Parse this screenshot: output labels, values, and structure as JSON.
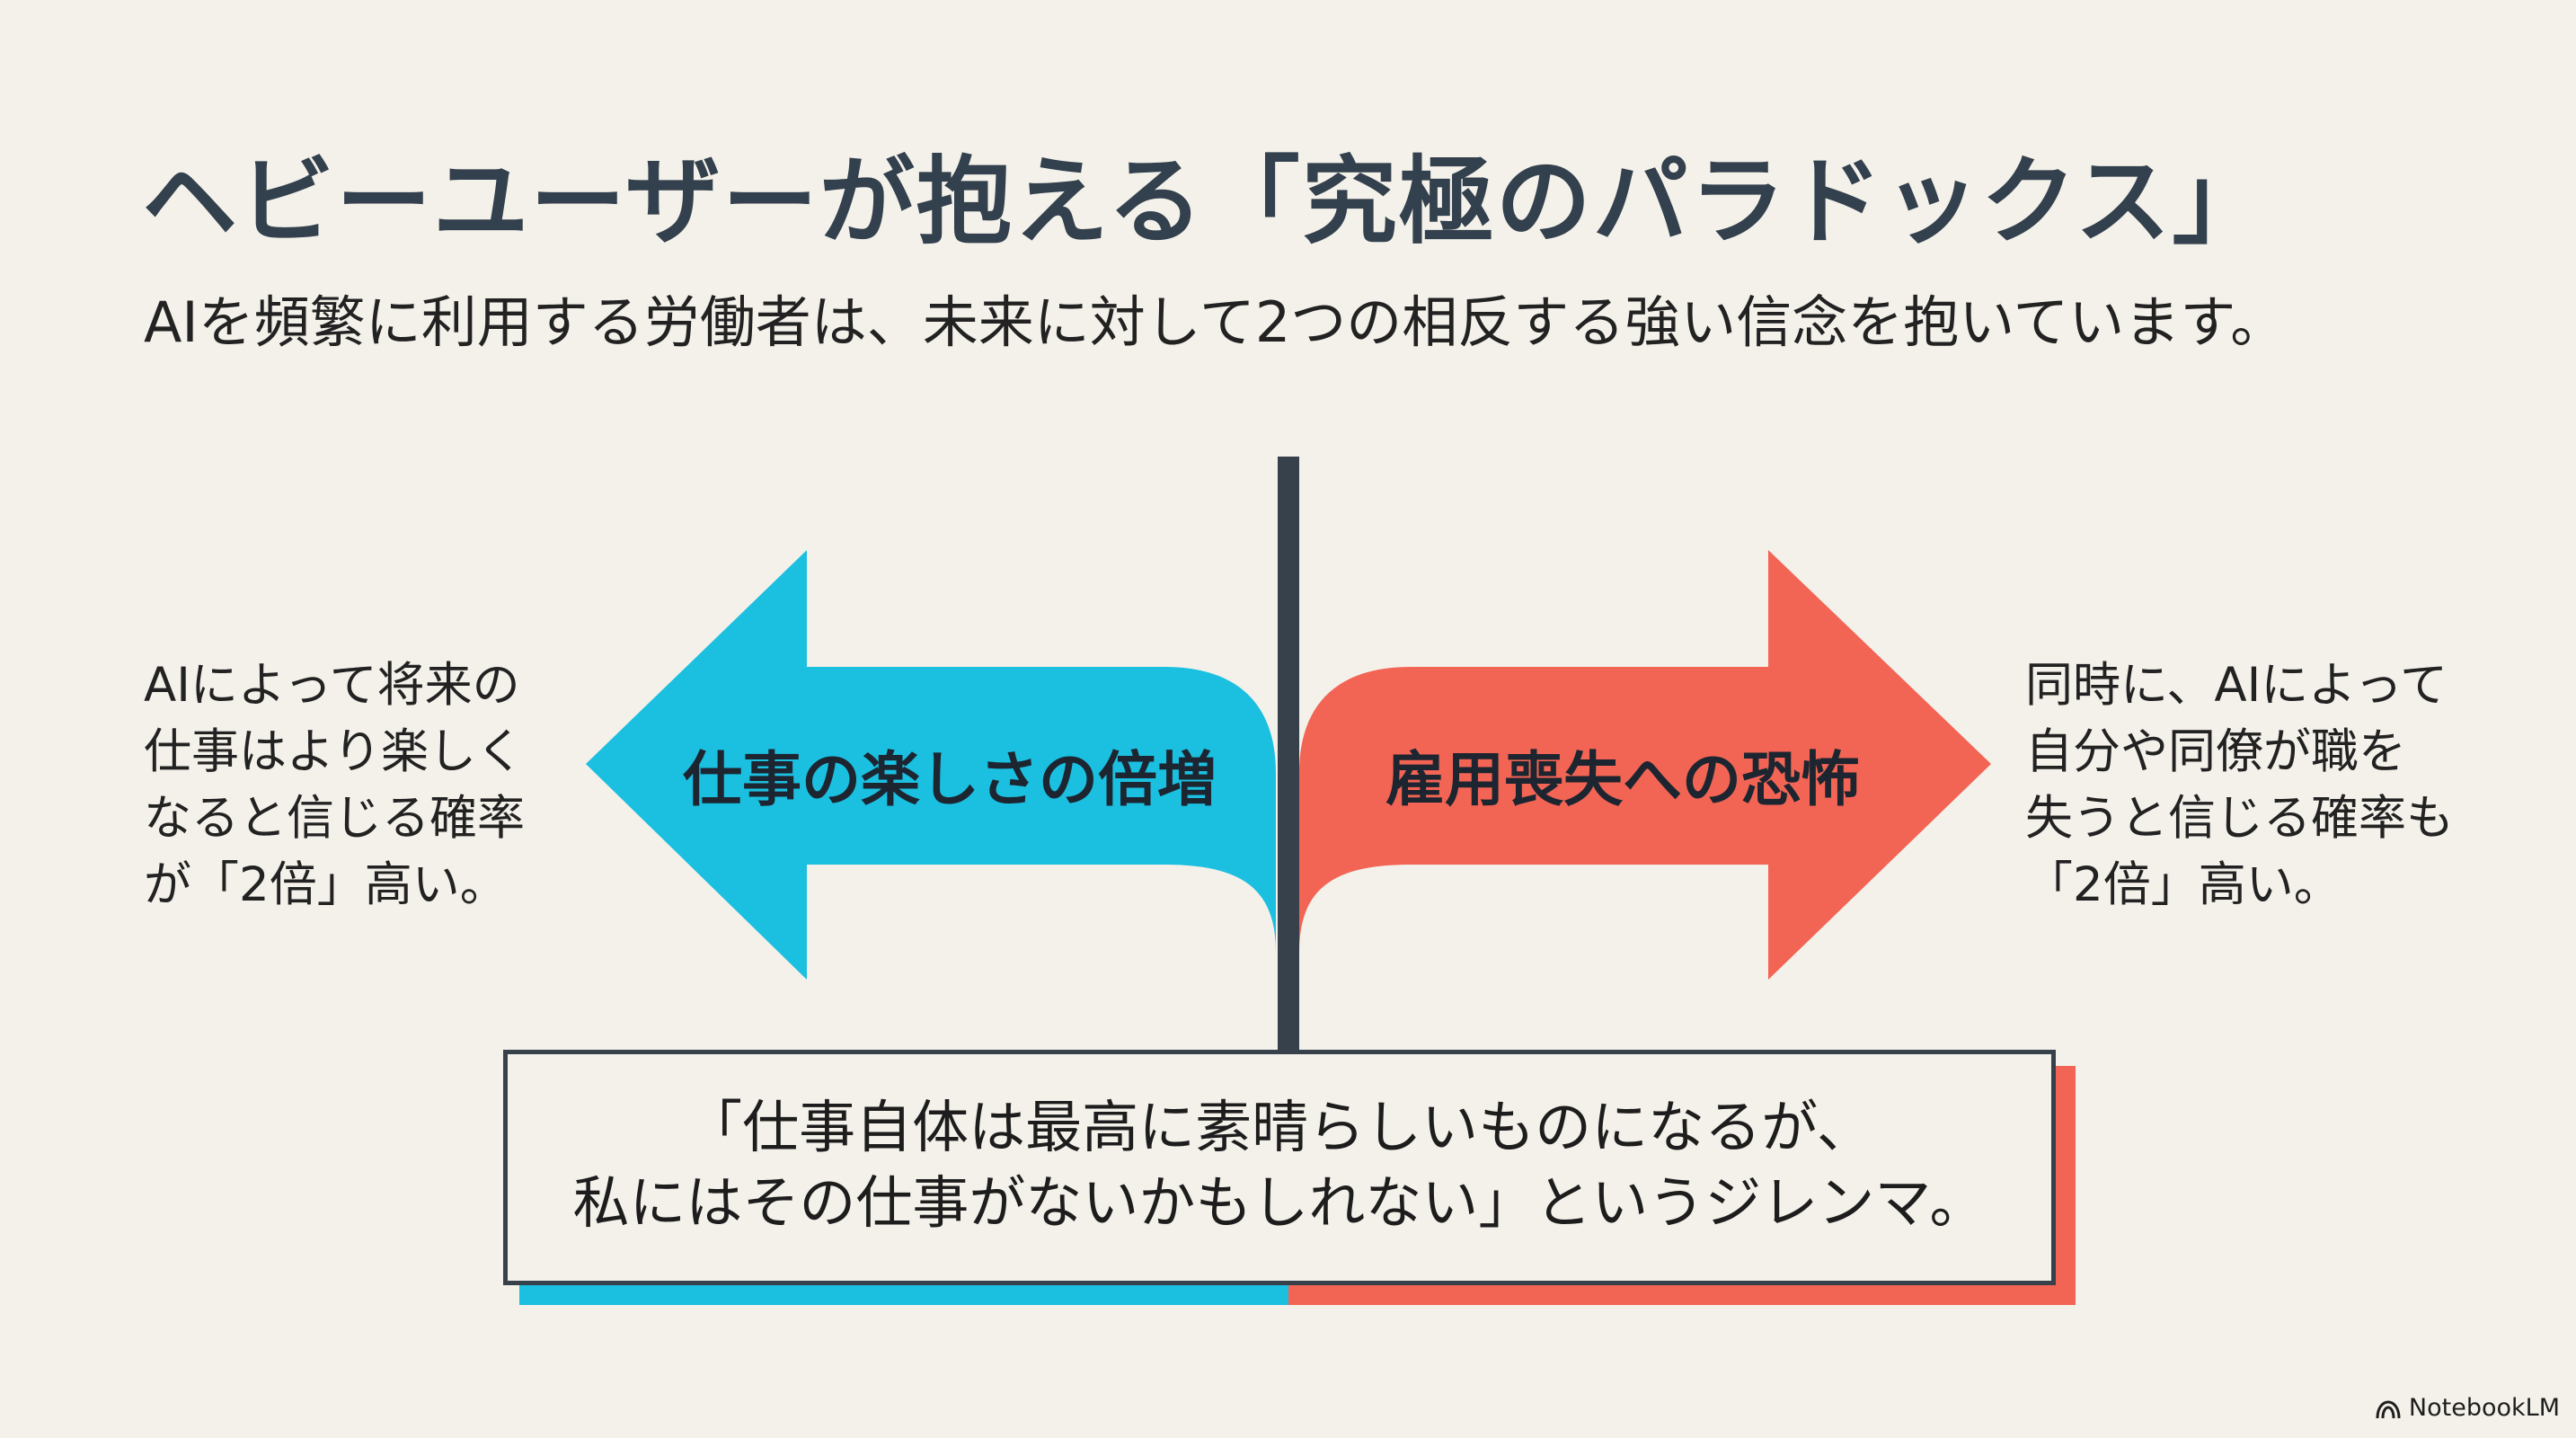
{
  "title": "ヘビーユーザーが抱える「究極のパラドックス」",
  "subtitle": "AIを頻繁に利用する労働者は、未来に対して2つの相反する強い信念を抱いています。",
  "left_arrow": {
    "label": "仕事の楽しさの倍増",
    "color": "#1bbfe0",
    "description_lines": [
      "AIによって将来の",
      "仕事はより楽しく",
      "なると信じる確率",
      "が「2倍」高い。"
    ]
  },
  "right_arrow": {
    "label": "雇用喪失への恐怖",
    "color": "#f26454",
    "description_lines": [
      "同時に、AIによって",
      "自分や同僚が職を",
      "失うと信じる確率も",
      "「2倍」高い。"
    ]
  },
  "divider_color": "#37414b",
  "quote": {
    "line1": "「仕事自体は最高に素晴らしいものになるが、",
    "line2": "私にはその仕事がないかもしれない」というジレンマ。"
  },
  "watermark": {
    "text": "NotebookLM",
    "icon": "notebooklm-logo-icon"
  }
}
